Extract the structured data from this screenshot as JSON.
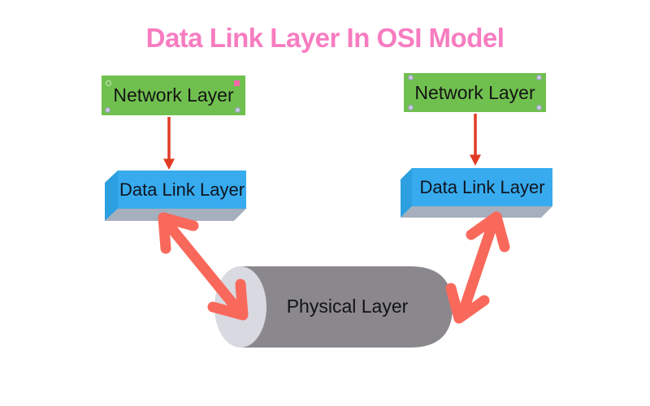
{
  "title": "Data Link Layer In OSI Model",
  "nodes": {
    "left_network": "Network Layer",
    "left_datalink": "Data Link Layer",
    "right_network": "Network Layer",
    "right_datalink": "Data Link Layer",
    "physical": "Physical Layer"
  },
  "colors": {
    "title_pink": "#f77cc0",
    "box_green": "#70c04f",
    "box_blue_front": "#37abee",
    "box_blue_side": "#2b9fe0",
    "box_bottom_gray": "#a6afbd",
    "cylinder_body_gray": "#8b888d",
    "cylinder_cap_gray": "#d8d9e1",
    "thin_arrow_red": "#e23b25",
    "thick_arrow_salmon": "#f9695b",
    "handle_pink": "#f468aa",
    "handle_gray": "#c6cbdd",
    "background": "#ffffff",
    "label_text": "#10141f"
  }
}
